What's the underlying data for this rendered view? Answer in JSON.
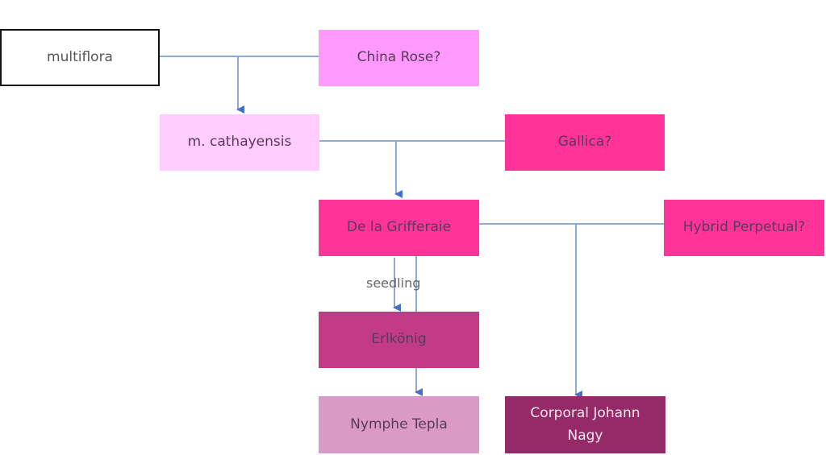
{
  "nodes": {
    "multiflora": {
      "label": "multiflora",
      "color": "#ffffff"
    },
    "china_rose": {
      "label": "China Rose?",
      "color": "#ff99ff"
    },
    "cathayensis": {
      "label": "m. cathayensis",
      "color": "#ffccff"
    },
    "gallica": {
      "label": "Gallica?",
      "color": "#ff3399"
    },
    "grifferaie": {
      "label": "De la Grifferaie",
      "color": "#ff3399"
    },
    "hybrid_perpetual": {
      "label": "Hybrid Perpetual?",
      "color": "#ff3399"
    },
    "erlkonig": {
      "label": "Erlkönig",
      "color": "#c33b87"
    },
    "nymphe_tepla": {
      "label": "Nymphe Tepla",
      "color": "#d99ac8"
    },
    "corporal": {
      "label": "Corporal Johann Nagy",
      "color": "#952a68"
    }
  },
  "edges": [
    {
      "from": [
        "multiflora",
        "china_rose"
      ],
      "to": "cathayensis",
      "label": ""
    },
    {
      "from": [
        "cathayensis",
        "gallica"
      ],
      "to": "grifferaie",
      "label": ""
    },
    {
      "from": [
        "grifferaie"
      ],
      "to": "erlkonig",
      "label": "seedling"
    },
    {
      "from": [
        "grifferaie"
      ],
      "to": "nymphe_tepla",
      "label": ""
    },
    {
      "from": [
        "grifferaie",
        "hybrid_perpetual"
      ],
      "to": "corporal",
      "label": ""
    }
  ],
  "edge_color": "#4472c4"
}
